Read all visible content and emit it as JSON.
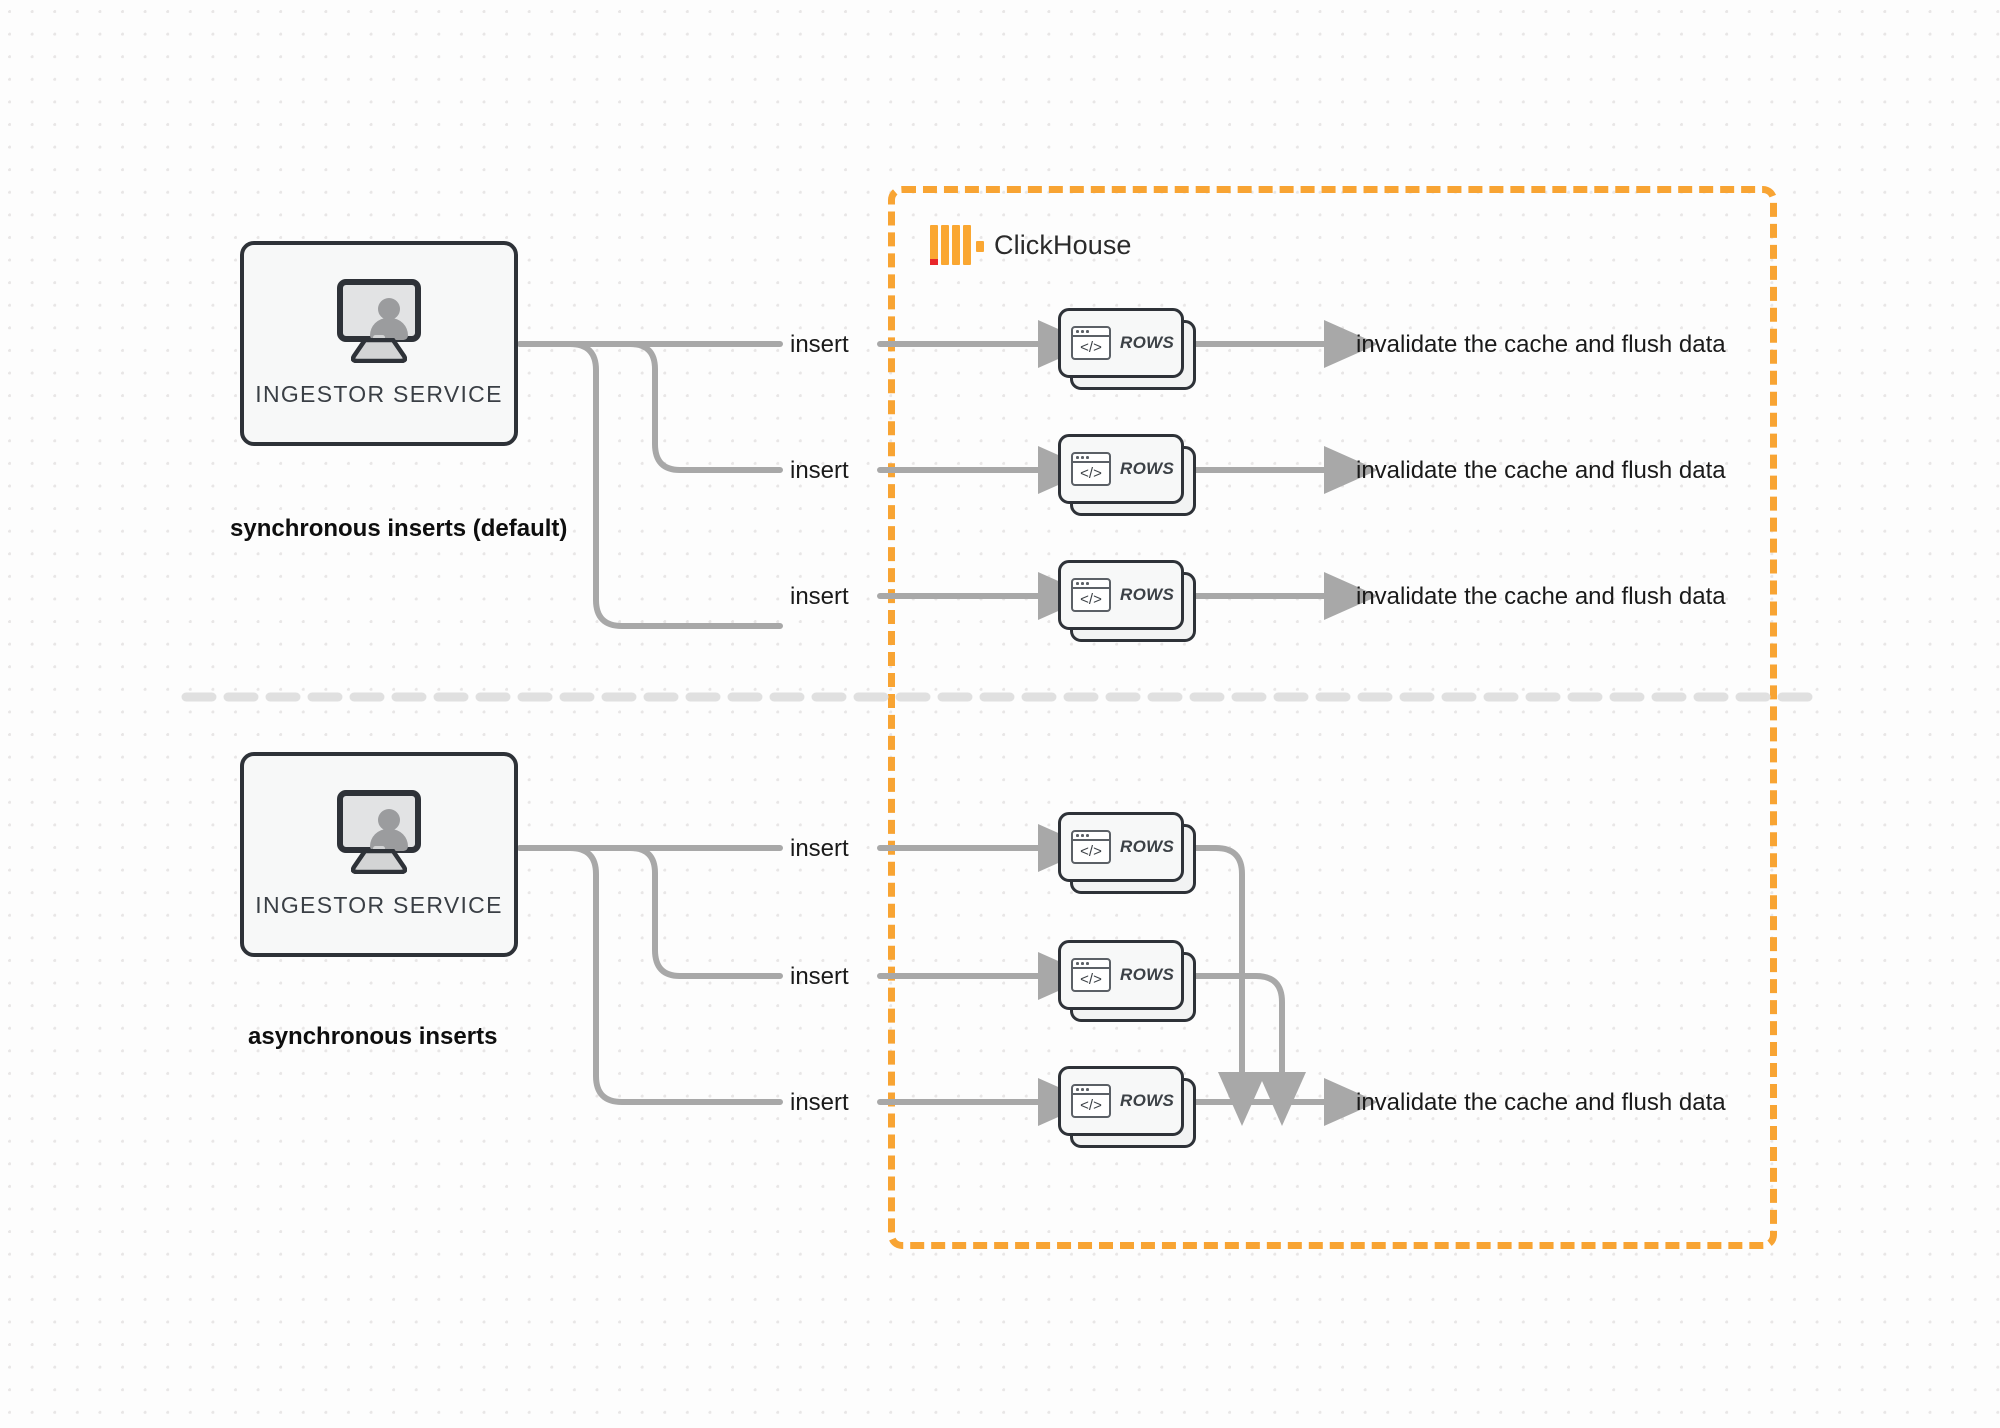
{
  "diagram": {
    "title": "ClickHouse synchronous vs asynchronous inserts",
    "background": "#fdfdfd",
    "accent_orange": "#f8a433",
    "wire_gray": "#a8a8a8",
    "outline_dark": "#2e3238"
  },
  "clickhouse": {
    "label": "ClickHouse",
    "logo_icon": "clickhouse-logo-icon",
    "border_color": "#f8a433",
    "border_style": "dashed"
  },
  "sections": [
    {
      "id": "sync",
      "caption": "synchronous inserts (default)",
      "service": {
        "label": "INGESTOR SERVICE",
        "icon": "monitor-user-icon"
      },
      "flows": [
        {
          "insert_label": "insert",
          "card_label": "ROWS",
          "card_icon": "code-window-icon",
          "result_label": "invalidate the cache and flush data"
        },
        {
          "insert_label": "insert",
          "card_label": "ROWS",
          "card_icon": "code-window-icon",
          "result_label": "invalidate the cache and flush data"
        },
        {
          "insert_label": "insert",
          "card_label": "ROWS",
          "card_icon": "code-window-icon",
          "result_label": "invalidate the cache and flush data"
        }
      ]
    },
    {
      "id": "async",
      "caption": "asynchronous inserts",
      "service": {
        "label": "INGESTOR SERVICE",
        "icon": "monitor-user-icon"
      },
      "flows": [
        {
          "insert_label": "insert",
          "card_label": "ROWS",
          "card_icon": "code-window-icon",
          "result_label": ""
        },
        {
          "insert_label": "insert",
          "card_label": "ROWS",
          "card_icon": "code-window-icon",
          "result_label": ""
        },
        {
          "insert_label": "insert",
          "card_label": "ROWS",
          "card_icon": "code-window-icon",
          "result_label": "invalidate the cache and flush data"
        }
      ],
      "merged_result_label": "invalidate the cache and flush data"
    }
  ],
  "code_icon_symbol": "</>"
}
